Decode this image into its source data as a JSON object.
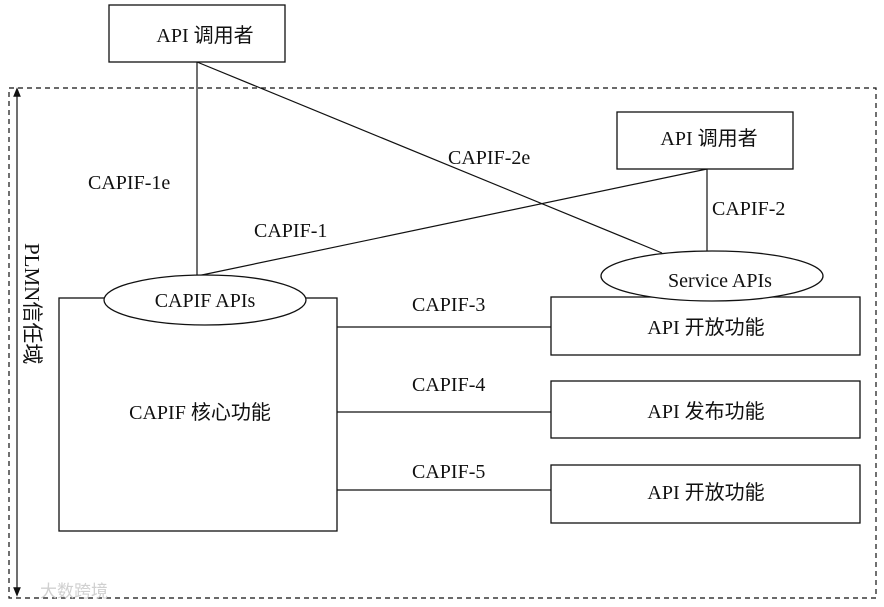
{
  "trust_domain": {
    "label": "PLMN信任域"
  },
  "nodes": {
    "invoker_external": "API 调用者",
    "invoker_internal": "API 调用者",
    "capif_apis": "CAPIF APIs",
    "service_apis": "Service APIs",
    "capif_core": "CAPIF 核心功能",
    "api_exposing_1": "API 开放功能",
    "api_publishing": "API 发布功能",
    "api_exposing_2": "API 开放功能"
  },
  "interfaces": {
    "capif_1e": "CAPIF-1e",
    "capif_2e": "CAPIF-2e",
    "capif_1": "CAPIF-1",
    "capif_2": "CAPIF-2",
    "capif_3": "CAPIF-3",
    "capif_4": "CAPIF-4",
    "capif_5": "CAPIF-5"
  },
  "watermark": "大数跨境"
}
